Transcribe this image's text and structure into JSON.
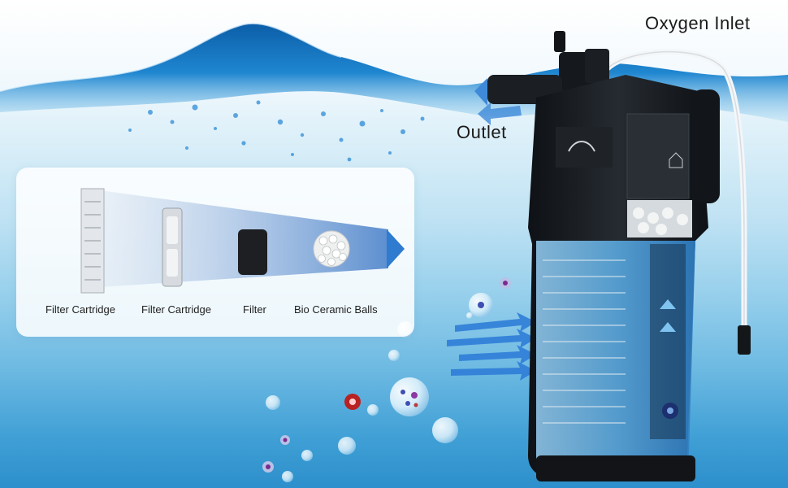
{
  "callouts": {
    "oxygen_inlet": "Oxygen Inlet",
    "outlet": "Outlet"
  },
  "filtration_stages": [
    {
      "label": "Filter Cartridge"
    },
    {
      "label": "Filter Cartridge"
    },
    {
      "label": "Filter"
    },
    {
      "label": "Bio Ceramic Balls"
    }
  ],
  "colors": {
    "water_surface": "#1f7fc9",
    "flow_arrow": "#2f7ed8",
    "pump_body": "#161a1f"
  },
  "icons": [
    "flow-arrow-icon",
    "bubble-icon",
    "bacteria-icon",
    "house-icon"
  ]
}
